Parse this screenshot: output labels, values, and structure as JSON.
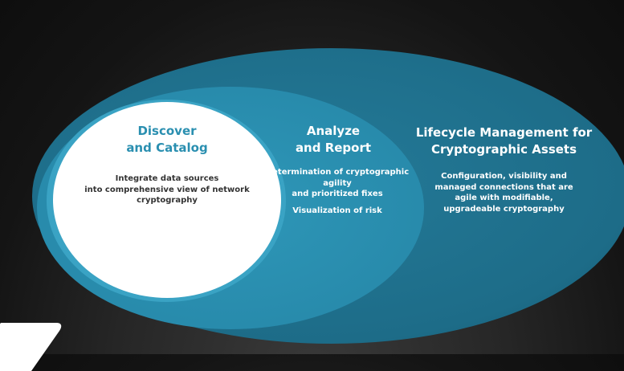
{
  "colors": {
    "outer": "#1d6c88",
    "middle": "#2789aa",
    "inner": "#ffffff",
    "inner_title": "#2a8fb0",
    "inner_text": "#333333",
    "background": "#1a1a1a"
  },
  "discover": {
    "title_line1": "Discover",
    "title_line2": "and Catalog",
    "desc_line1": "Integrate data sources",
    "desc_line2": "into comprehensive view of network",
    "desc_line3": "cryptography"
  },
  "analyze": {
    "title_line1": "Analyze",
    "title_line2": "and Report",
    "desc_line1": "Determination of cryptographic",
    "desc_line2": "agility",
    "desc_line3": "and prioritized fixes",
    "desc_line4": "Visualization of risk"
  },
  "lifecycle": {
    "title_line1": "Lifecycle Management for",
    "title_line2": "Cryptographic Assets",
    "desc_line1": "Configuration, visibility and",
    "desc_line2": "managed connections that are",
    "desc_line3": "agile with modifiable,",
    "desc_line4": "upgradeable cryptography"
  }
}
